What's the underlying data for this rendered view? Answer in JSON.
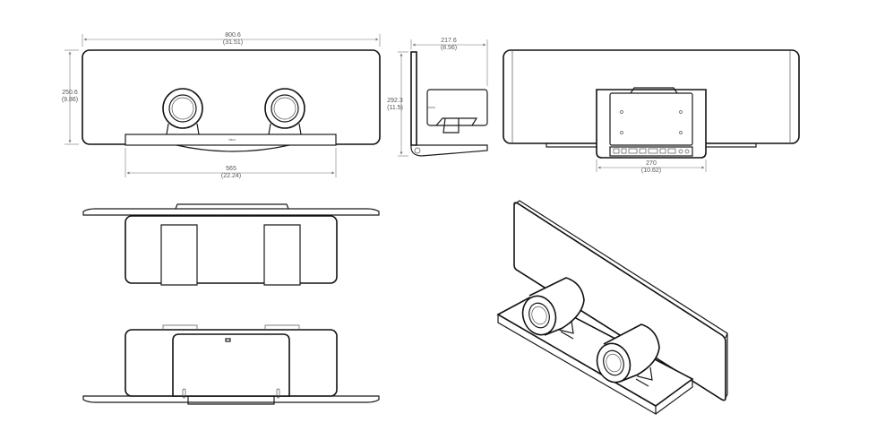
{
  "dimensions": {
    "overall_width": {
      "mm": "800.6",
      "in": "(31.51)"
    },
    "height": {
      "mm": "250.6",
      "in": "(9.86)"
    },
    "depth": {
      "mm": "217.6",
      "in": "(8.56)"
    },
    "side_height": {
      "mm": "292.3",
      "in": "(11.5)"
    },
    "shelf_width": {
      "mm": "565",
      "in": "(22.24)"
    },
    "bracket_width": {
      "mm": "270",
      "in": "(10.62)"
    }
  },
  "logo": {
    "text": "cisco"
  },
  "colors": {
    "line": "#1a1a1a",
    "dimension": "#777777",
    "background": "#ffffff"
  }
}
